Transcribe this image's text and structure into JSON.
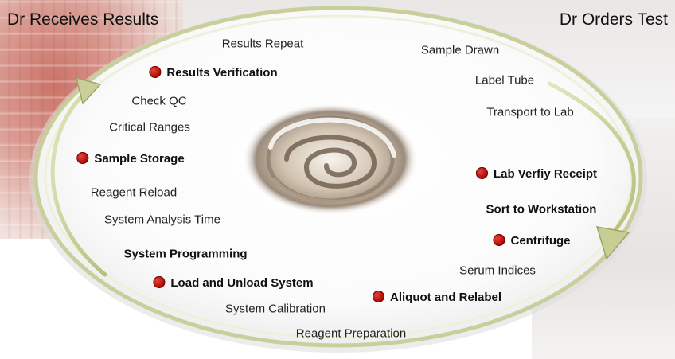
{
  "corner_titles": {
    "left": "Dr Receives Results",
    "right": "Dr Orders Test"
  },
  "steps": [
    {
      "text": "Results Repeat",
      "highlight": false,
      "bold": false
    },
    {
      "text": "Results Verification",
      "highlight": true,
      "bold": true
    },
    {
      "text": "Check QC",
      "highlight": false,
      "bold": false
    },
    {
      "text": "Critical Ranges",
      "highlight": false,
      "bold": false
    },
    {
      "text": "Sample Storage",
      "highlight": true,
      "bold": true
    },
    {
      "text": "Reagent Reload",
      "highlight": false,
      "bold": false
    },
    {
      "text": "System Analysis Time",
      "highlight": false,
      "bold": false
    },
    {
      "text": "System Programming",
      "highlight": false,
      "bold": true
    },
    {
      "text": "Load and Unload System",
      "highlight": true,
      "bold": true
    },
    {
      "text": "System Calibration",
      "highlight": false,
      "bold": false
    },
    {
      "text": "Reagent Preparation",
      "highlight": false,
      "bold": false
    },
    {
      "text": "Aliquot and Relabel",
      "highlight": true,
      "bold": true
    },
    {
      "text": "Serum Indices",
      "highlight": false,
      "bold": false
    },
    {
      "text": "Centrifuge",
      "highlight": true,
      "bold": true
    },
    {
      "text": "Sort to Workstation",
      "highlight": false,
      "bold": true
    },
    {
      "text": "Lab Verfiy Receipt",
      "highlight": true,
      "bold": true
    },
    {
      "text": "Transport to Lab",
      "highlight": false,
      "bold": false
    },
    {
      "text": "Label Tube",
      "highlight": false,
      "bold": false
    },
    {
      "text": "Sample Drawn",
      "highlight": false,
      "bold": false
    }
  ],
  "colors": {
    "highlight_dot": "#b30d08",
    "ellipse_ring": "#c9cf9a",
    "arrow": "#c7ce93",
    "text": "#222222"
  },
  "icons": {
    "center": "swirl-icon",
    "bullet": "red-dot-icon"
  }
}
